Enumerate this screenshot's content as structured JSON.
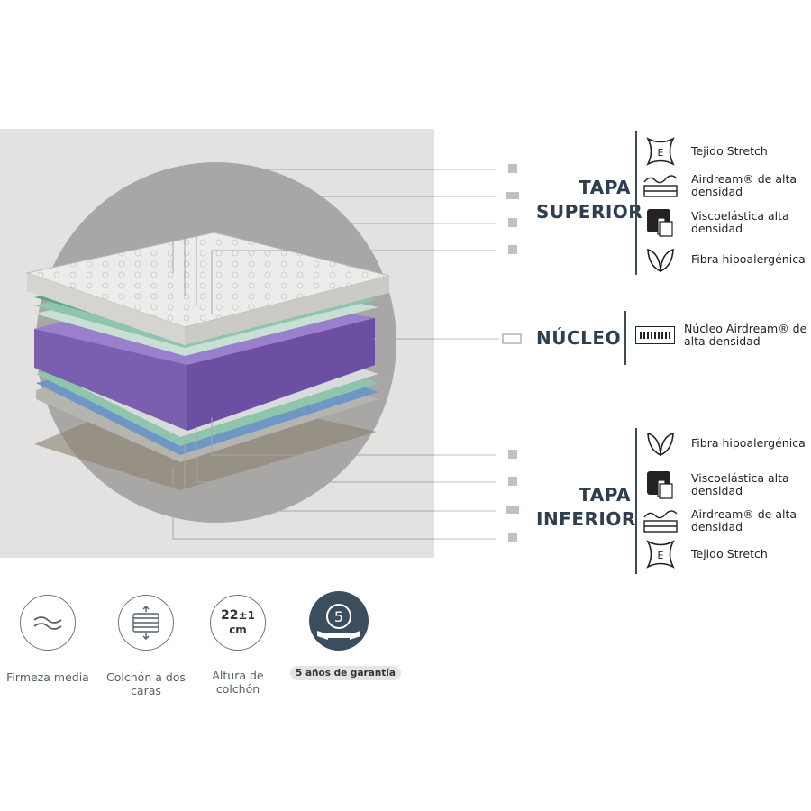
{
  "sections": {
    "top": {
      "line1": "TAPA",
      "line2": "SUPERIOR"
    },
    "core": {
      "title": "NÚCLEO"
    },
    "bottom": {
      "line1": "TAPA",
      "line2": "INFERIOR"
    }
  },
  "top_layers": [
    {
      "icon": "stretch-fabric-icon",
      "label": "Tejido Stretch"
    },
    {
      "icon": "airdream-foam-icon",
      "label": "Airdream® de alta densidad"
    },
    {
      "icon": "memory-foam-icon",
      "label": "Viscoelástica alta densidad"
    },
    {
      "icon": "leaf-fiber-icon",
      "label": "Fibra hipoalergénica"
    }
  ],
  "core_layer": {
    "icon": "core-block-icon",
    "label": "Núcleo Airdream® de alta densidad"
  },
  "bottom_layers": [
    {
      "icon": "leaf-fiber-icon",
      "label": "Fibra hipoalergénica"
    },
    {
      "icon": "memory-foam-icon",
      "label": "Viscoelástica alta densidad"
    },
    {
      "icon": "airdream-foam-icon",
      "label": "Airdream® de alta densidad"
    },
    {
      "icon": "stretch-fabric-icon",
      "label": "Tejido Stretch"
    }
  ],
  "features": [
    {
      "icon": "firmness-wave-icon",
      "label": "Firmeza media"
    },
    {
      "icon": "double-sided-icon",
      "label": "Colchón a dos caras"
    },
    {
      "icon": "height-icon",
      "label": "Altura de colchón",
      "value": "22",
      "tolerance": "±1",
      "unit": "cm"
    },
    {
      "icon": "warranty-badge-icon",
      "label": "5 años de garantía",
      "years": "5"
    }
  ],
  "colors": {
    "navy": "#2e3e4f",
    "hero_bg": "#e3e2e1",
    "circle": "#a7a5a3",
    "core_foam": "#7a5fb0",
    "green_foam": "#8fc4ad",
    "blue_foam": "#6f97c6"
  }
}
